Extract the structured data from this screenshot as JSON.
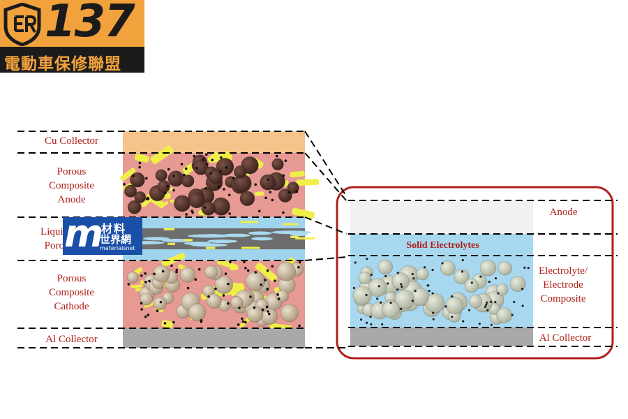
{
  "logo": {
    "number": "137",
    "subtitle": "電動車保修聯盟"
  },
  "watermark": {
    "line1": "材料",
    "line2": "世界網",
    "line3": "materialsnet"
  },
  "left_diagram": {
    "labels": {
      "cu_collector": "Cu Collector",
      "anode": "Porous\nComposite\nAnode",
      "liquid": "Liquid E\nPorous",
      "cathode": "Porous\nComposite\nCathode",
      "al_collector": "Al Collector"
    }
  },
  "right_diagram": {
    "labels": {
      "anode": "Anode",
      "solid_electrolytes": "Solid Electrolytes",
      "composite": "Electrolyte/\nElectrode\nComposite",
      "al_collector": "Al Collector"
    },
    "frame_color": "#b0201b"
  },
  "colors": {
    "copper": "#f6c38b",
    "matrix": "#e79a93",
    "binder": "#f0ef4a",
    "anode_particle": "#4e2f27",
    "separator": "#9fd3ee",
    "cathode_particle": "#c9b59a",
    "aluminum": "#a9a9a9",
    "label": "#b0201b"
  }
}
